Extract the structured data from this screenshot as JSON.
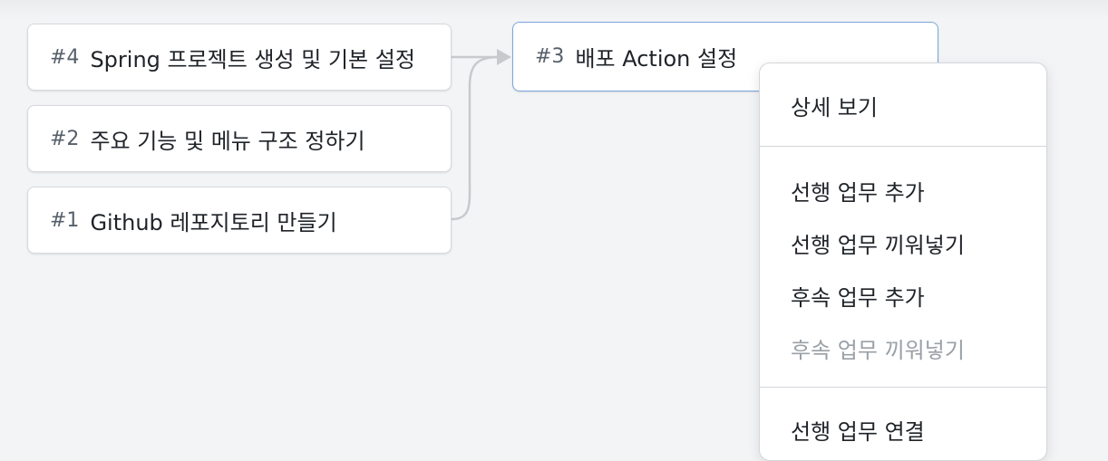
{
  "tasks": [
    {
      "id": "#4",
      "title": "Spring 프로젝트 생성 및 기본 설정"
    },
    {
      "id": "#2",
      "title": "주요 기능 및 메뉴 구조 정하기"
    },
    {
      "id": "#1",
      "title": "Github 레포지토리 만들기"
    },
    {
      "id": "#3",
      "title": "배포 Action 설정"
    }
  ],
  "context_menu": {
    "view_detail": "상세 보기",
    "add_predecessor": "선행 업무 추가",
    "insert_predecessor": "선행 업무 끼워넣기",
    "add_successor": "후속 업무 추가",
    "insert_successor": "후속 업무 끼워넣기",
    "link_predecessor": "선행 업무 연결"
  },
  "colors": {
    "selected_border": "#7aa6dd",
    "connector": "#c8c9cc",
    "disabled_text": "#9aa0a6"
  }
}
